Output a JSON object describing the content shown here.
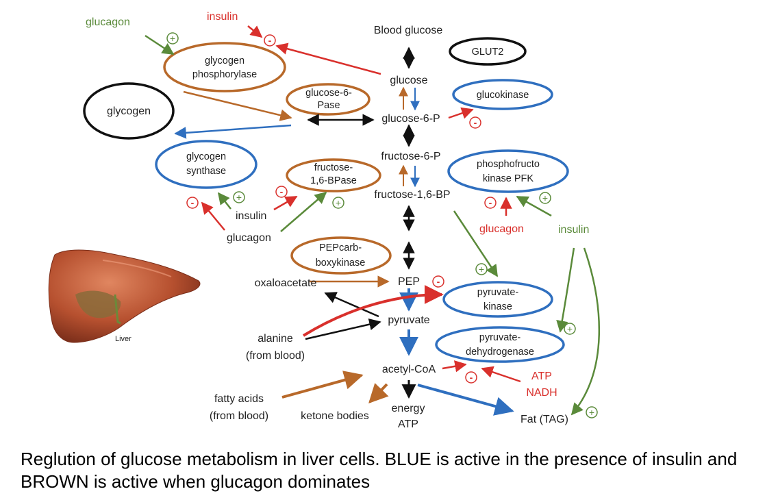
{
  "caption": "Reglution of glucose metabolism in liver cells. BLUE is active in the presence of insulin and BROWN is active when glucagon dominates",
  "colors": {
    "brown": "#b8692a",
    "blue": "#2f6fbf",
    "red": "#d9302c",
    "green": "#5a8a3a",
    "black": "#111111"
  },
  "nodes": {
    "blood_glucose": "Blood glucose",
    "glucose": "glucose",
    "glucose_6_p": "glucose-6-P",
    "fructose_6_p": "fructose-6-P",
    "fructose_16_bp": "fructose-1,6-BP",
    "pep": "PEP",
    "pyruvate": "pyruvate",
    "acetyl_coa": "acetyl-CoA",
    "oxaloacetate": "oxaloacetate",
    "alanine": "alanine",
    "alanine_sub": "(from blood)",
    "fatty_acids": "fatty acids",
    "fatty_acids_sub": "(from blood)",
    "ketone_bodies": "ketone bodies",
    "energy": "energy",
    "atp_energy": "ATP",
    "fat": "Fat (TAG)",
    "glycogen": "glycogen",
    "atp": "ATP",
    "nadh": "NADH"
  },
  "enzymes": {
    "glut2": "GLUT2",
    "glycogen_phosphorylase": [
      "glycogen",
      "phosphorylase"
    ],
    "glucose_6_pase": [
      "glucose-6-",
      "Pase"
    ],
    "glucokinase": "glucokinase",
    "glycogen_synthase": [
      "glycogen",
      "synthase"
    ],
    "fructose_bpase": [
      "fructose-",
      "1,6-BPase"
    ],
    "pfk": [
      "phosphofructo",
      "kinase PFK"
    ],
    "pep_carboxykinase": [
      "PEPcarb-",
      "boxykinase"
    ],
    "pyruvate_kinase": [
      "pyruvate-",
      "kinase"
    ],
    "pyruvate_dehydrogenase": [
      "pyruvate-",
      "dehydrogenase"
    ]
  },
  "regulators": {
    "glucagon_top": "glucagon",
    "insulin_top": "insulin",
    "insulin_mid": "insulin",
    "glucagon_mid": "glucagon",
    "glucagon_right": "glucagon",
    "insulin_right": "insulin"
  },
  "signs": {
    "plus": "+",
    "minus": "-"
  },
  "liver_label": "Liver"
}
